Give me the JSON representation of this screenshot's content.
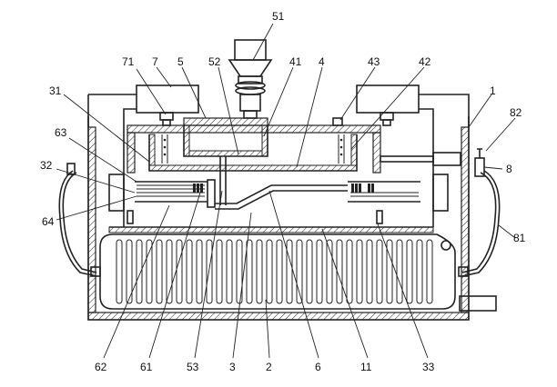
{
  "labels": {
    "l51": "51",
    "l71": "71",
    "l7": "7",
    "l5": "5",
    "l52": "52",
    "l41": "41",
    "l4": "4",
    "l43": "43",
    "l42": "42",
    "l31": "31",
    "l1": "1",
    "l82": "82",
    "l63": "63",
    "l8": "8",
    "l32": "32",
    "l64": "64",
    "l81": "81",
    "l62": "62",
    "l61": "61",
    "l53": "53",
    "l3": "3",
    "l2": "2",
    "l6": "6",
    "l11": "11",
    "l33": "33"
  }
}
